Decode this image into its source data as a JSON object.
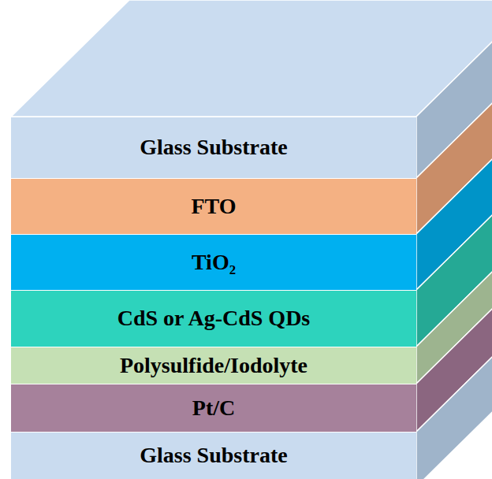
{
  "diagram": {
    "nodes": [
      {
        "text": [
          "Glass Substrate"
        ]
      },
      {
        "text": [
          "FTO"
        ]
      },
      {
        "text": [
          "TiO₂"
        ]
      },
      {
        "text": [
          "CdS or Ag-CdS QDs"
        ]
      },
      {
        "text": [
          "Polysulfide/Iodolyte"
        ]
      },
      {
        "text": [
          "Pt/C"
        ]
      },
      {
        "text": [
          "Glass Substrate"
        ]
      }
    ]
  }
}
